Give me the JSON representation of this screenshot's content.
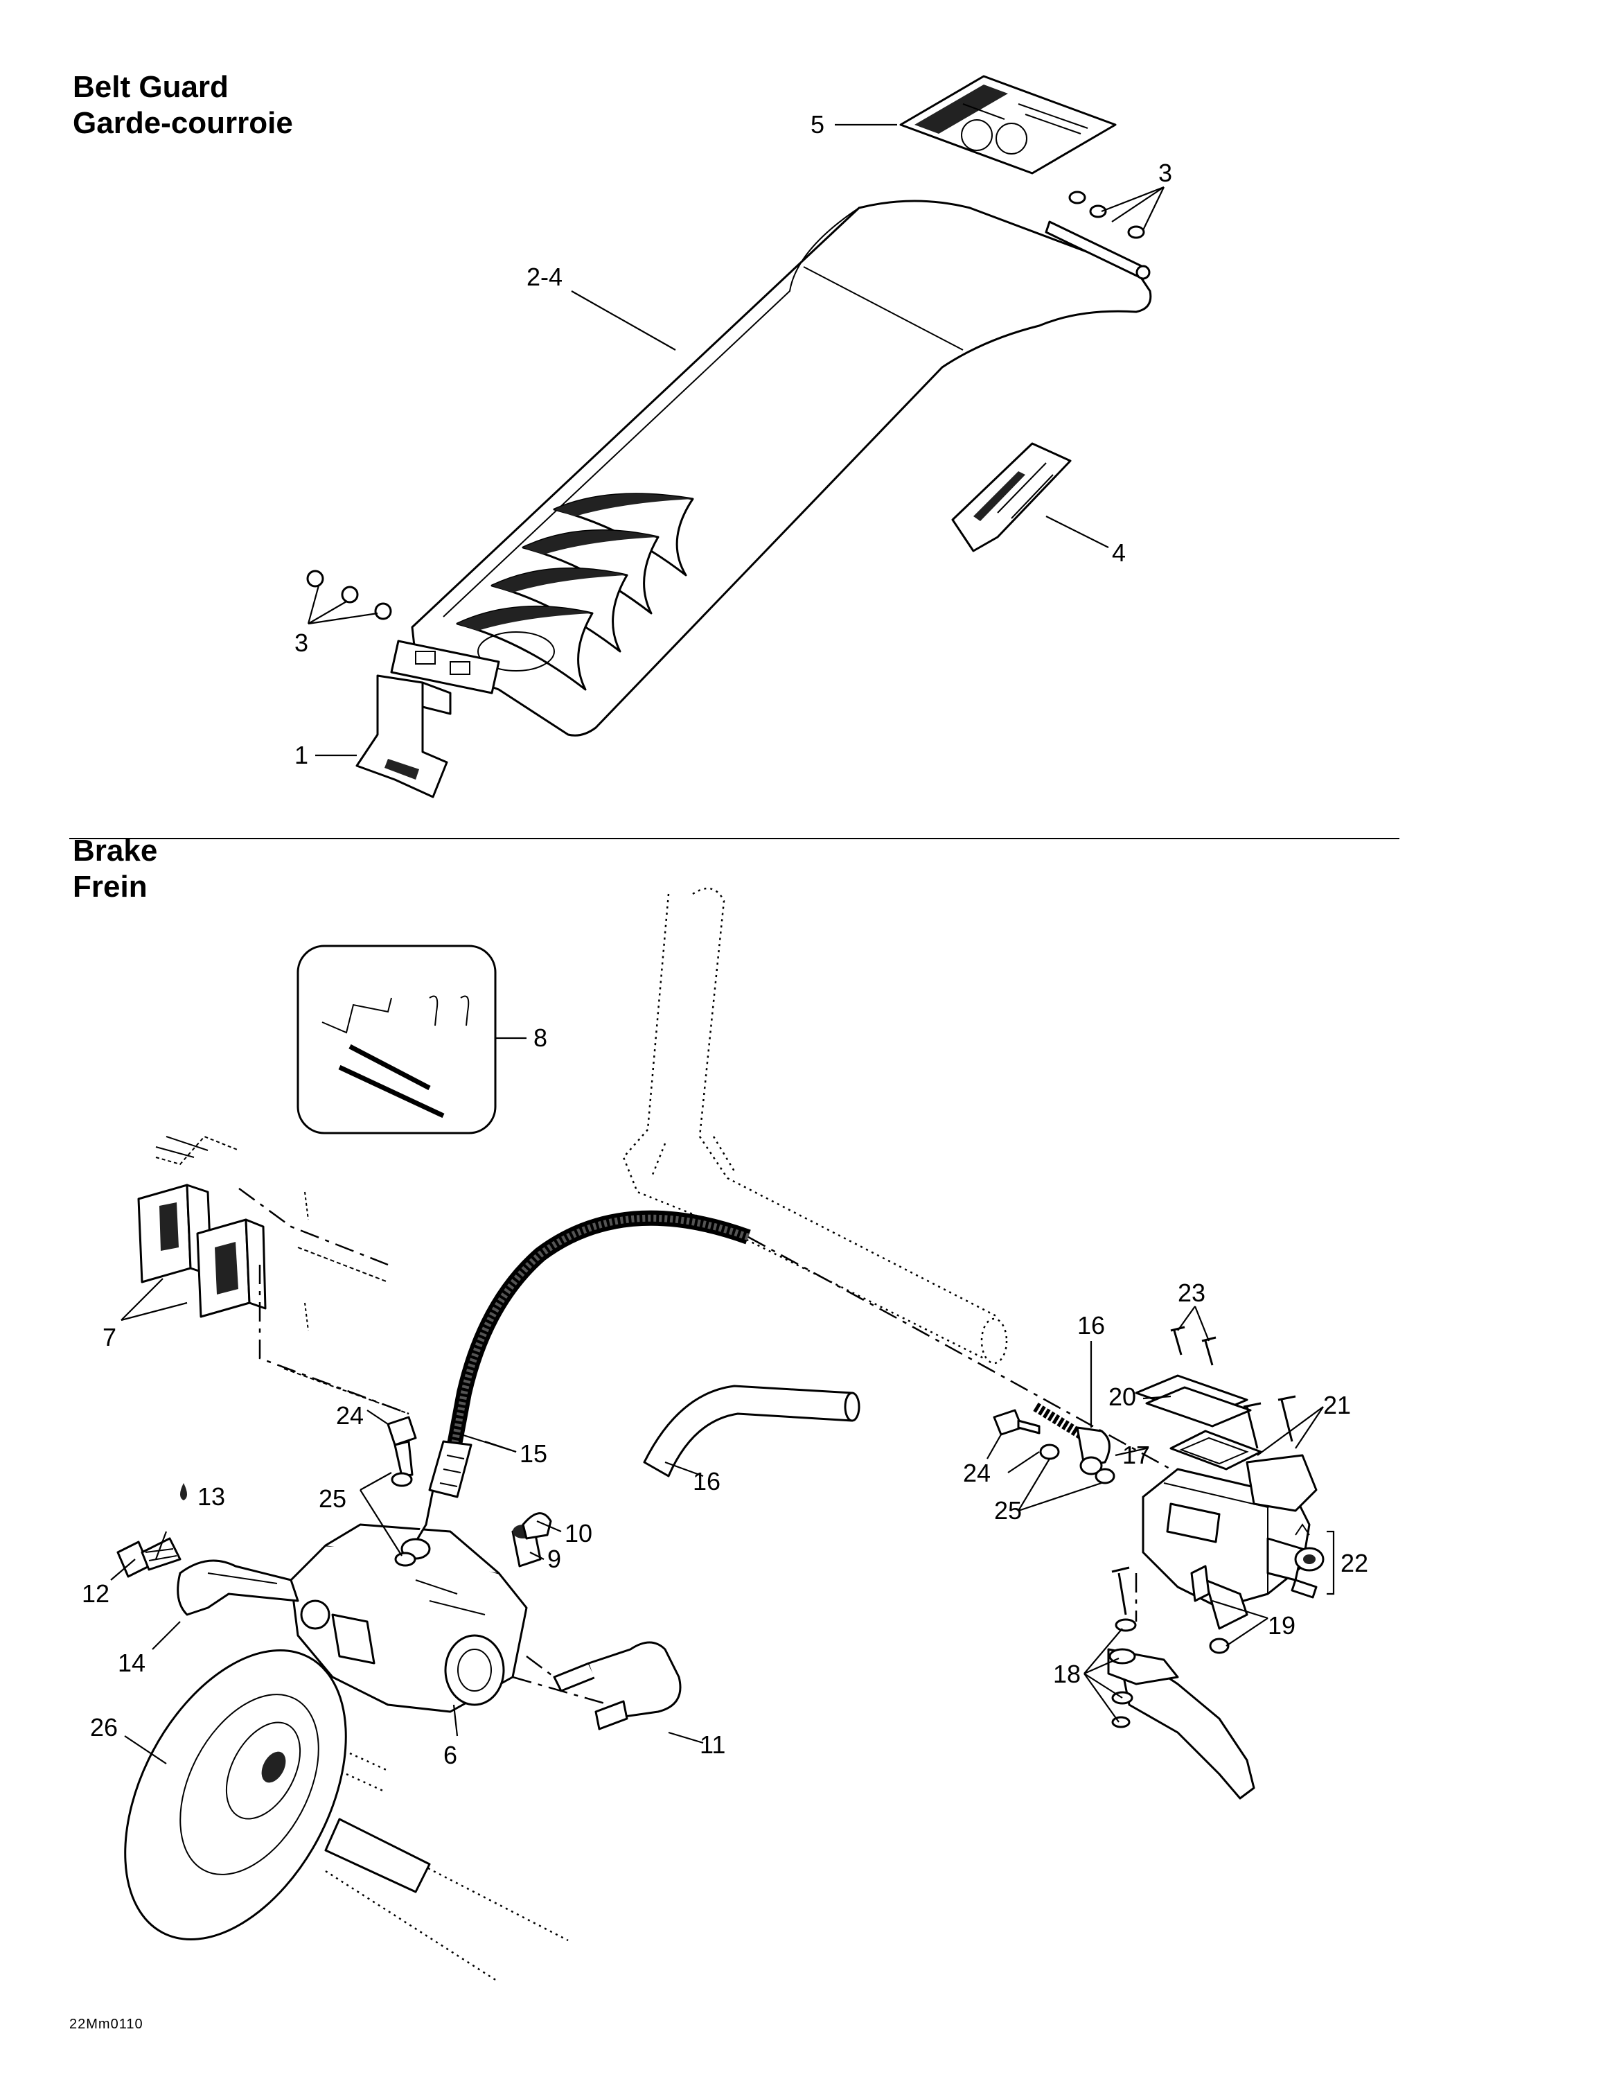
{
  "sections": {
    "belt_guard": {
      "title_en": "Belt Guard",
      "title_fr": "Garde-courroie"
    },
    "brake": {
      "title_en": "Brake",
      "title_fr": "Frein"
    }
  },
  "callouts": {
    "belt_1": "1",
    "belt_2_4": "2-4",
    "belt_3_top": "3",
    "belt_3_left": "3",
    "belt_4": "4",
    "belt_5": "5",
    "brake_6": "6",
    "brake_7": "7",
    "brake_8": "8",
    "brake_9": "9",
    "brake_10": "10",
    "brake_11": "11",
    "brake_12": "12",
    "brake_13": "13",
    "brake_14": "14",
    "brake_15": "15",
    "brake_16_hose": "16",
    "brake_16_top": "16",
    "brake_17": "17",
    "brake_18": "18",
    "brake_19": "19",
    "brake_20": "20",
    "brake_21": "21",
    "brake_22": "22",
    "brake_23": "23",
    "brake_24_left": "24",
    "brake_24_right": "24",
    "brake_25_left": "25",
    "brake_25_right": "25",
    "brake_26": "26"
  },
  "drawing_code": "22Mm0110"
}
